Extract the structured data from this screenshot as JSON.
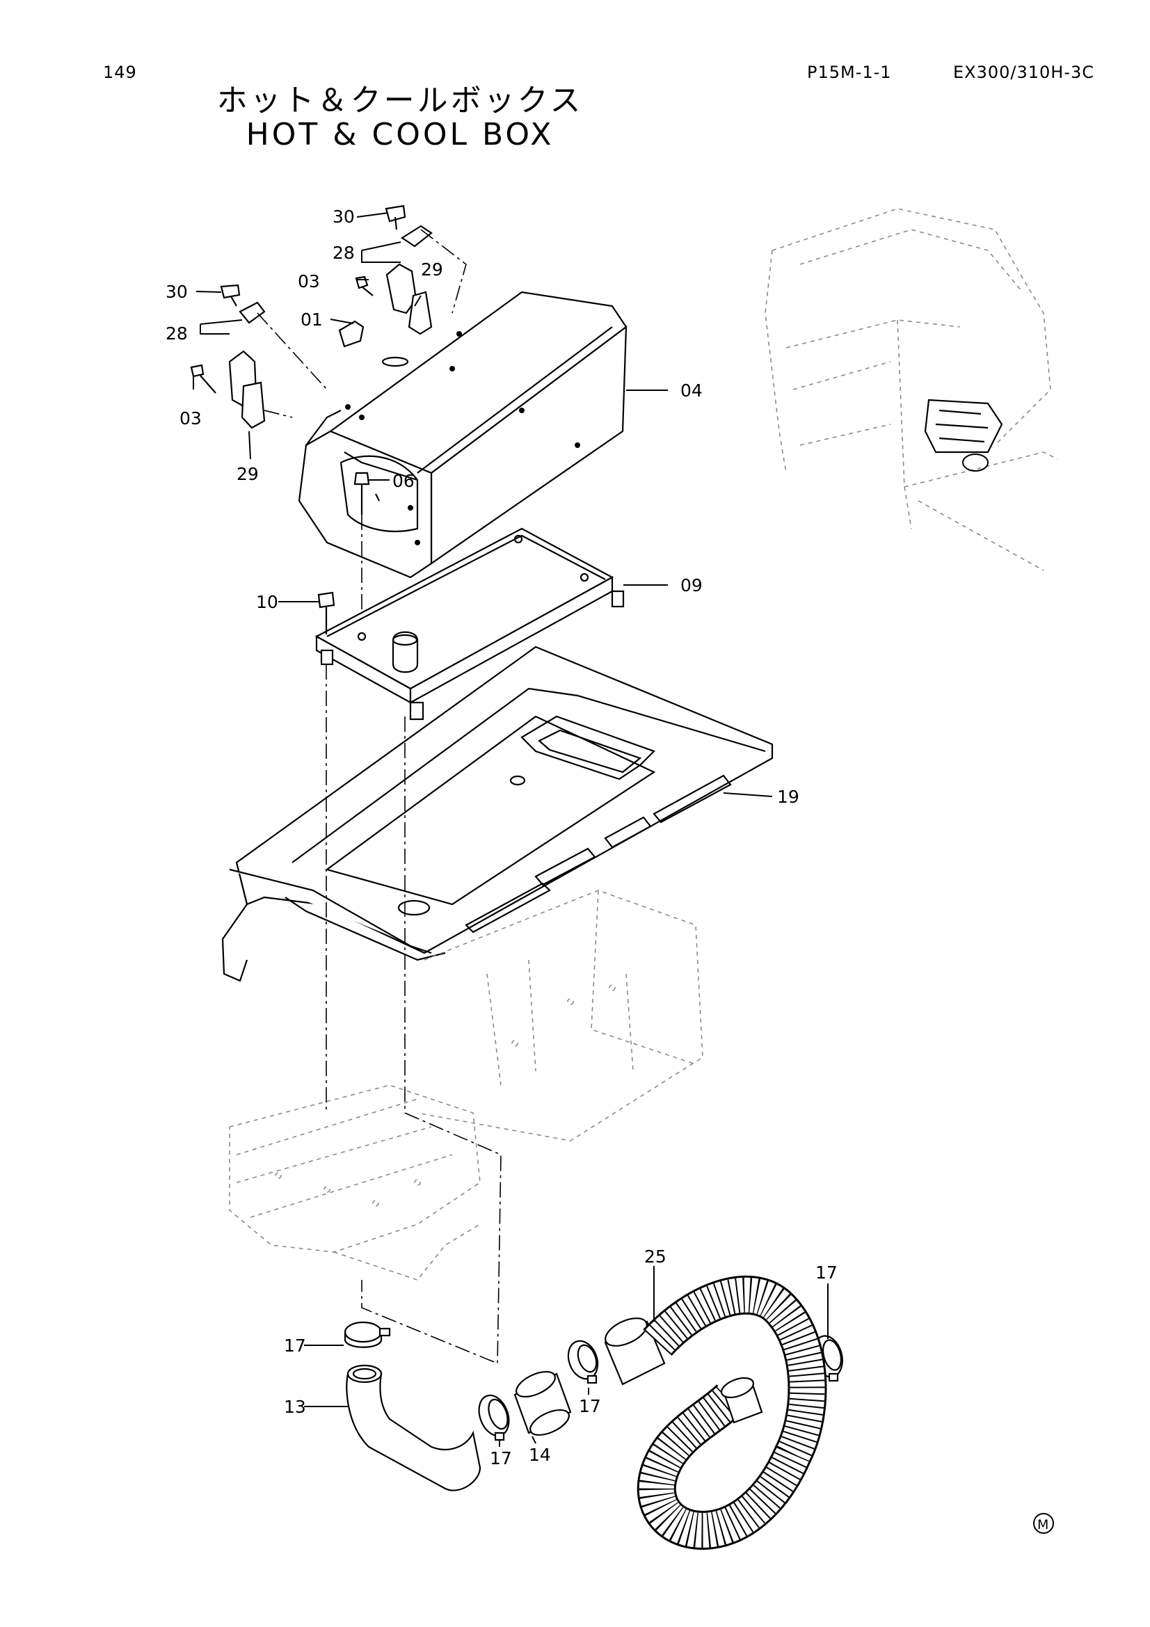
{
  "header": {
    "page_number": "149",
    "figure_code": "P15M-1-1",
    "model_code": "EX300/310H-3C"
  },
  "title": {
    "japanese": "ホット＆クールボックス",
    "english": "HOT & COOL  BOX"
  },
  "callouts": [
    {
      "id": "30a",
      "label": "30"
    },
    {
      "id": "28a",
      "label": "28"
    },
    {
      "id": "03a",
      "label": "03"
    },
    {
      "id": "29a",
      "label": "29"
    },
    {
      "id": "01",
      "label": "01"
    },
    {
      "id": "30b",
      "label": "30"
    },
    {
      "id": "28b",
      "label": "28"
    },
    {
      "id": "03b",
      "label": "03"
    },
    {
      "id": "29b",
      "label": "29"
    },
    {
      "id": "04",
      "label": "04"
    },
    {
      "id": "06",
      "label": "06"
    },
    {
      "id": "10",
      "label": "10"
    },
    {
      "id": "09",
      "label": "09"
    },
    {
      "id": "19",
      "label": "19"
    },
    {
      "id": "25",
      "label": "25"
    },
    {
      "id": "17a",
      "label": "17"
    },
    {
      "id": "17b",
      "label": "17"
    },
    {
      "id": "13",
      "label": "13"
    },
    {
      "id": "14",
      "label": "14"
    },
    {
      "id": "17c",
      "label": "17"
    },
    {
      "id": "17d",
      "label": "17"
    }
  ],
  "mark": "M"
}
